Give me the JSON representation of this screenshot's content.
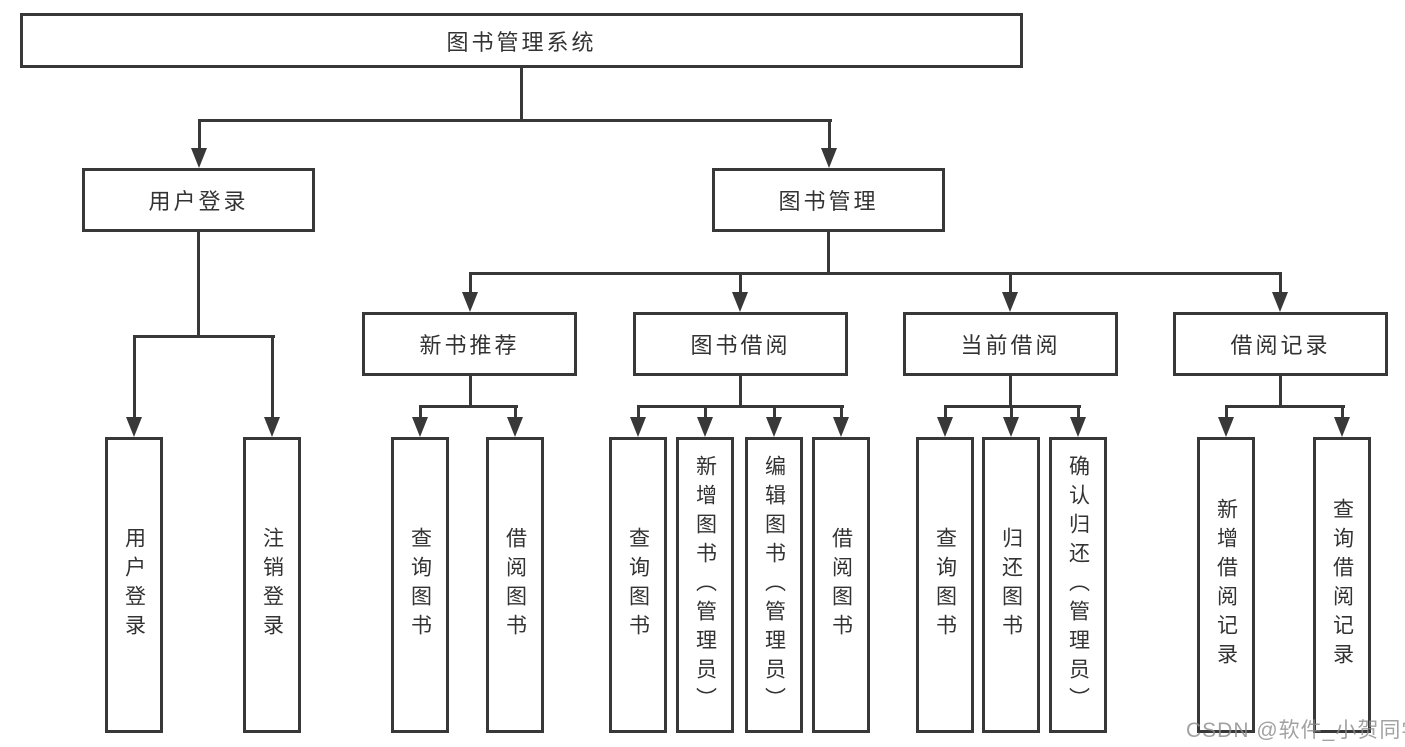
{
  "diagram": {
    "root": {
      "label": "图书管理系统"
    },
    "level2": [
      {
        "label": "用户登录"
      },
      {
        "label": "图书管理"
      }
    ],
    "level3": [
      {
        "label": "新书推荐"
      },
      {
        "label": "图书借阅"
      },
      {
        "label": "当前借阅"
      },
      {
        "label": "借阅记录"
      }
    ],
    "leaves": [
      {
        "label": "用户登录"
      },
      {
        "label": "注销登录"
      },
      {
        "label": "查询图书"
      },
      {
        "label": "借阅图书"
      },
      {
        "label": "查询图书"
      },
      {
        "label": "新增图书（管理员）"
      },
      {
        "label": "编辑图书（管理员）"
      },
      {
        "label": "借阅图书"
      },
      {
        "label": "查询图书"
      },
      {
        "label": "归还图书"
      },
      {
        "label": "确认归还（管理员）"
      },
      {
        "label": "新增借阅记录"
      },
      {
        "label": "查询借阅记录"
      }
    ]
  },
  "watermark": {
    "text": "CSDN @软件_小贺同学"
  },
  "colors": {
    "line": "#383838",
    "text": "#333333",
    "background": "#ffffff",
    "watermark": "#8c8c8c"
  }
}
